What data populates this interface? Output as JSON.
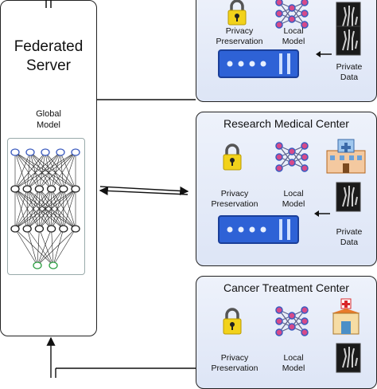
{
  "server": {
    "title_line1": "Federated",
    "title_line2": "Server",
    "global_model_line1": "Global",
    "global_model_line2": "Model"
  },
  "centers": [
    {
      "name": "",
      "privacy_line1": "Privacy",
      "privacy_line2": "Preservation",
      "model_line1": "Local",
      "model_line2": "Model",
      "data_line1": "Private",
      "data_line2": "Data"
    },
    {
      "name": "Research Medical Center",
      "privacy_line1": "Privacy",
      "privacy_line2": "Preservation",
      "model_line1": "Local",
      "model_line2": "Model",
      "data_line1": "Private",
      "data_line2": "Data"
    },
    {
      "name": "Cancer Treatment Center",
      "privacy_line1": "Privacy",
      "privacy_line2": "Preservation",
      "model_line1": "Local",
      "model_line2": "Model"
    }
  ],
  "colors": {
    "lock": "#f2d21b",
    "server_bar": "#2e62d6",
    "network_node": "#3b5bbf",
    "hospital_roof": "#e87a2a",
    "hospital_cross": "#d9262a"
  }
}
